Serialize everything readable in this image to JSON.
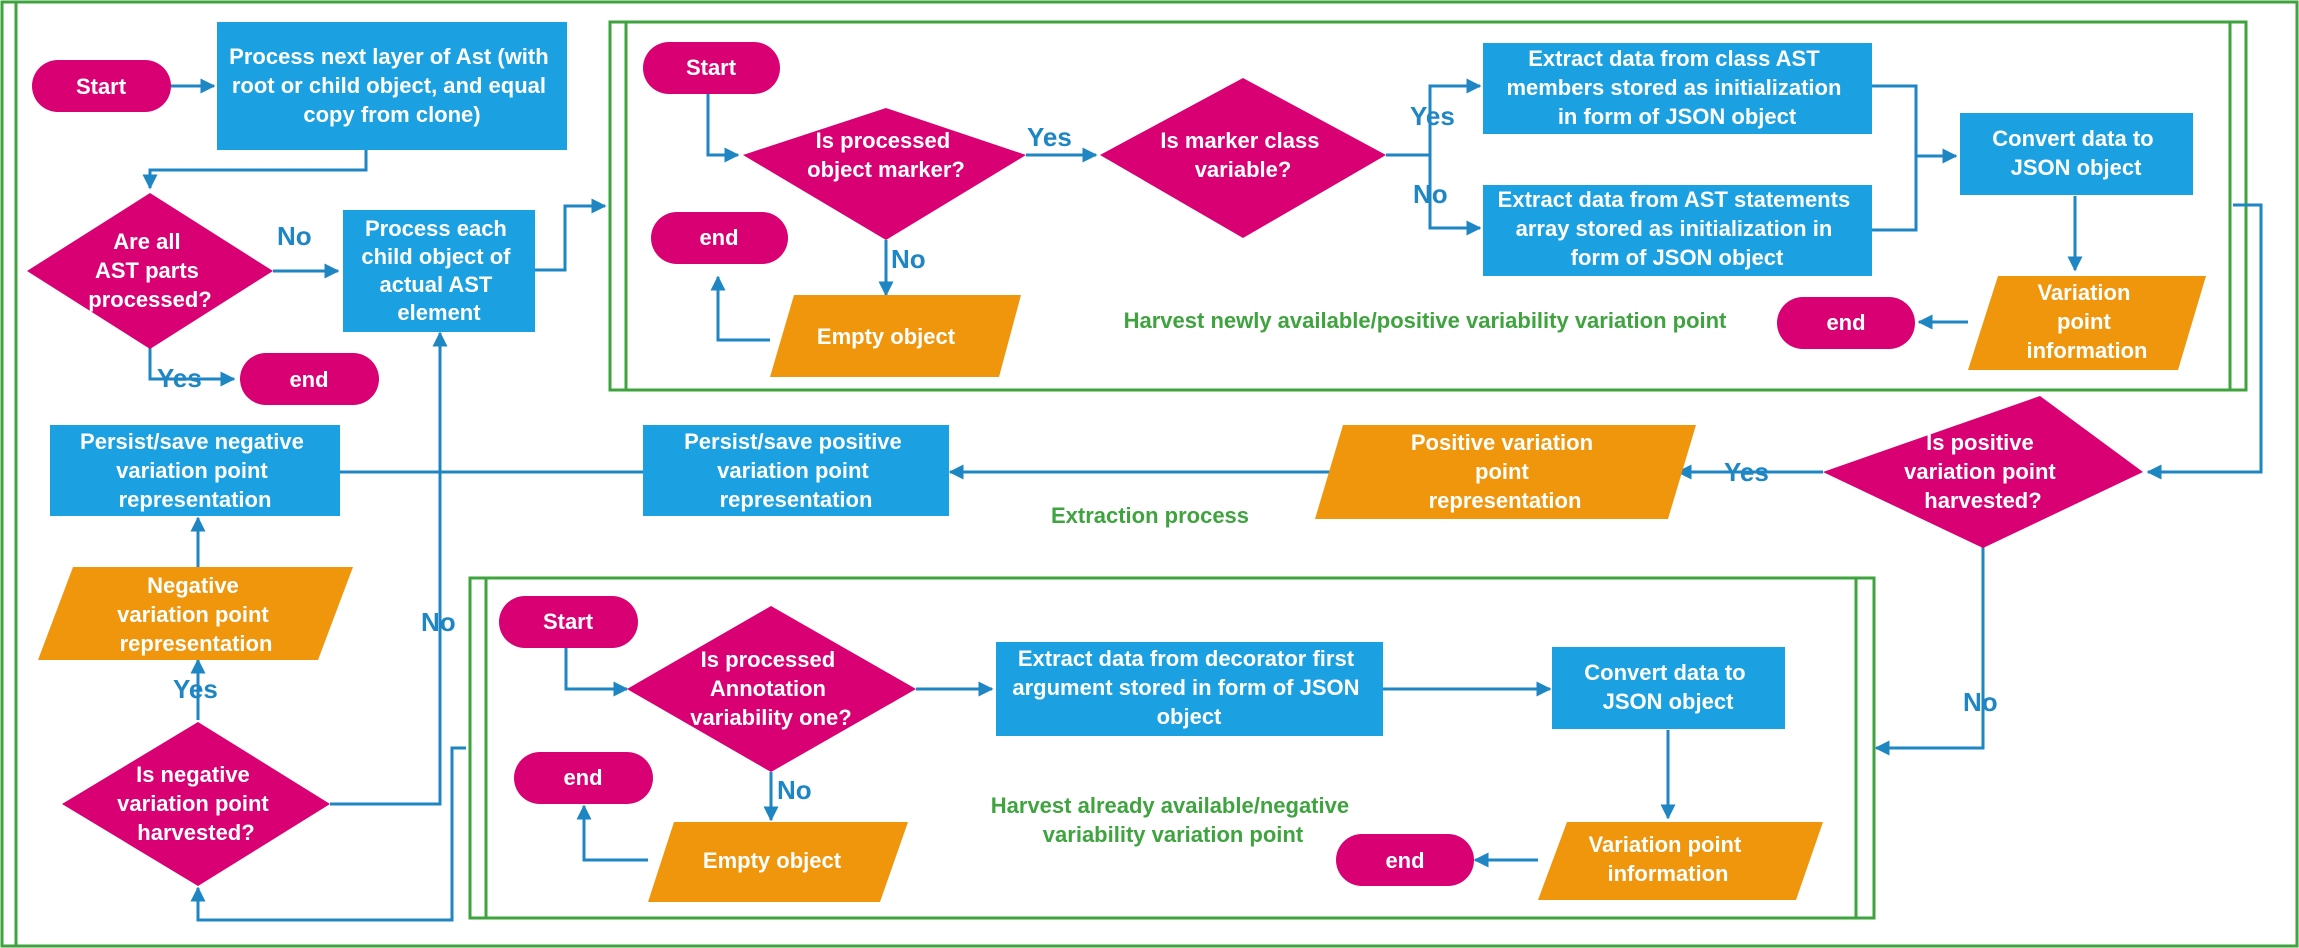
{
  "nodes": {
    "start_main": "Start",
    "process_layer": [
      "Process next layer of Ast (with",
      "root or child object, and equal",
      "copy from clone)"
    ],
    "all_processed": [
      "Are all",
      "AST parts",
      "processed?"
    ],
    "process_child": [
      "Process each",
      "child object of",
      "actual AST",
      "element"
    ],
    "end_main": "end",
    "persist_neg": [
      "Persist/save negative",
      "variation point",
      "representation"
    ],
    "persist_pos": [
      "Persist/save positive",
      "variation point",
      "representation"
    ],
    "neg_repr": [
      "Negative",
      "variation point",
      "representation"
    ],
    "pos_repr": [
      "Positive variation",
      "point",
      "representation"
    ],
    "is_neg": [
      "Is negative",
      "variation point",
      "harvested?"
    ],
    "is_pos": [
      "Is positive",
      "variation point",
      "harvested?"
    ],
    "top_start": "Start",
    "top_is_marker": [
      "Is processed",
      "object marker?"
    ],
    "top_end": "end",
    "top_empty": "Empty object",
    "top_is_class": [
      "Is marker class",
      "variable?"
    ],
    "top_extract_class": [
      "Extract data from class AST",
      "members stored as initialization",
      "in form of JSON object"
    ],
    "top_extract_stmt": [
      "Extract data from AST statements",
      "array stored as initialization in",
      "form of JSON object"
    ],
    "top_convert": [
      "Convert data to",
      "JSON object"
    ],
    "top_varinfo": [
      "Variation",
      "point",
      "information"
    ],
    "top_end2": "end",
    "bot_start": "Start",
    "bot_is_annot": [
      "Is processed",
      "Annotation",
      "variability one?"
    ],
    "bot_end": "end",
    "bot_empty": "Empty object",
    "bot_extract": [
      "Extract data from decorator first",
      "argument stored in form of JSON",
      "object"
    ],
    "bot_convert": [
      "Convert data to",
      "JSON object"
    ],
    "bot_varinfo": [
      "Variation point",
      "information"
    ],
    "bot_end2": "end"
  },
  "edge_labels": {
    "no_all": "No",
    "yes_all": "Yes",
    "yes_marker": "Yes",
    "no_marker": "No",
    "yes_class": "Yes",
    "no_class": "No",
    "yes_pos": "Yes",
    "no_pos": "No",
    "no_neg": "No",
    "yes_neg": "Yes",
    "no_annot": "No"
  },
  "captions": {
    "top": "Harvest newly available/positive variability variation point",
    "middle": "Extraction process",
    "bottom": [
      "Harvest already available/negative",
      "variability variation point"
    ]
  },
  "colors": {
    "process": "#1ba1e2",
    "terminal": "#d80073",
    "decision": "#d80073",
    "data": "#f0960c",
    "connector": "#1f86c4",
    "frame": "#3fa33f"
  }
}
